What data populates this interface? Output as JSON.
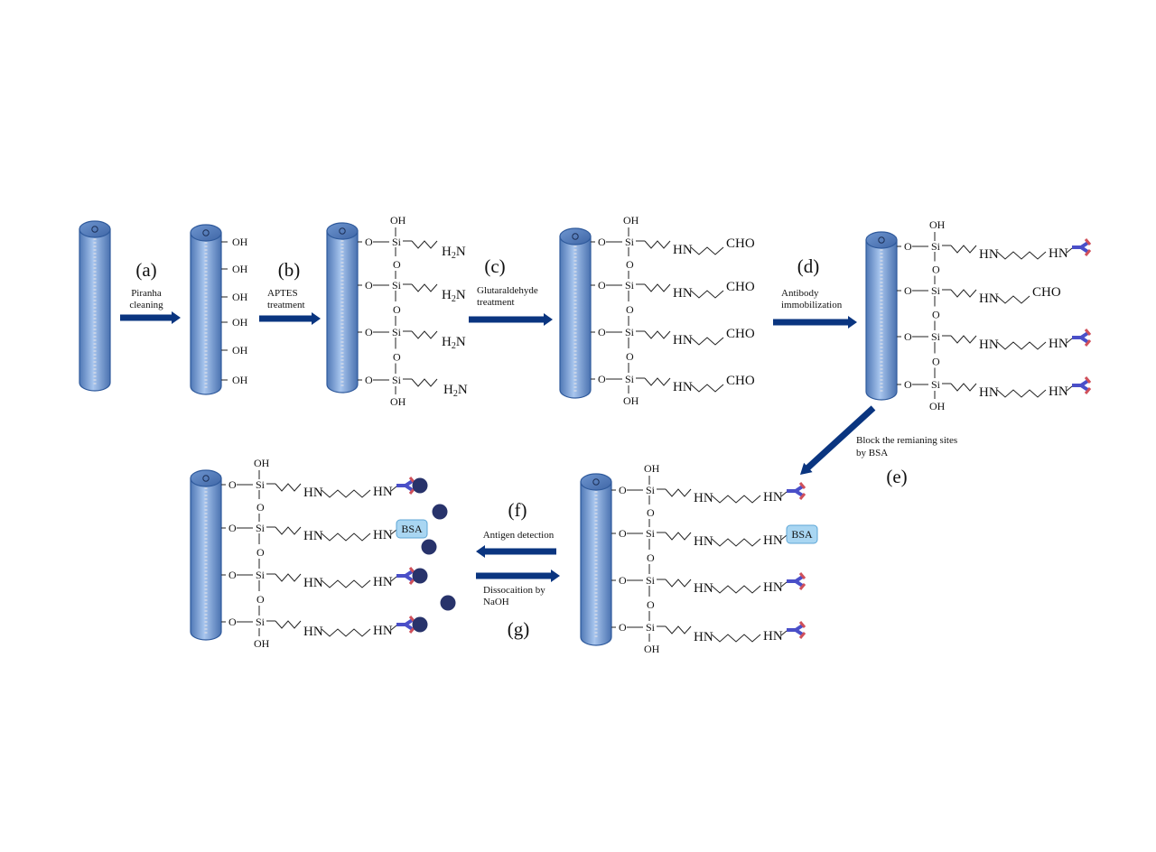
{
  "title": "Immunosensor fiber surface functionalization scheme",
  "steps": [
    {
      "id": "a",
      "label": "(a)",
      "caption": [
        "Piranha",
        "cleaning"
      ]
    },
    {
      "id": "b",
      "label": "(b)",
      "caption": [
        "APTES",
        "treatment"
      ]
    },
    {
      "id": "c",
      "label": "(c)",
      "caption": [
        "Glutaraldehyde",
        "treatment"
      ]
    },
    {
      "id": "d",
      "label": "(d)",
      "caption": [
        "Antibody",
        "immobilization"
      ]
    },
    {
      "id": "e",
      "label": "(e)",
      "caption": [
        "Block the remianing sites",
        "by BSA"
      ]
    },
    {
      "id": "f",
      "label": "(f)",
      "caption": [
        "Antigen detection"
      ]
    },
    {
      "id": "g",
      "label": "(g)",
      "caption": [
        "Dissocaition by",
        "NaOH"
      ]
    }
  ],
  "chem": {
    "hydroxyl": "OH",
    "oxygen": "O",
    "silicon": "Si",
    "amine_h": "H",
    "amine_sub": "2",
    "amine_n": "N",
    "imine": "HN",
    "aldehyde": "CHO",
    "bsa": "BSA"
  },
  "stages": [
    {
      "name": "bare-fiber",
      "terminals": []
    },
    {
      "name": "hydroxylated-fiber",
      "terminals": [
        "OH",
        "OH",
        "OH",
        "OH",
        "OH",
        "OH"
      ]
    },
    {
      "name": "aptes-fiber",
      "terminals": [
        "H2N",
        "H2N",
        "H2N",
        "H2N"
      ]
    },
    {
      "name": "glutaraldehyde-fiber",
      "terminals": [
        "CHO",
        "CHO",
        "CHO",
        "CHO"
      ]
    },
    {
      "name": "antibody-fiber",
      "terminals": [
        "antibody",
        "CHO",
        "antibody",
        "antibody"
      ]
    },
    {
      "name": "bsa-blocked-fiber",
      "terminals": [
        "antibody",
        "BSA",
        "antibody",
        "antibody"
      ]
    },
    {
      "name": "antigen-bound-fiber",
      "terminals": [
        "antibody+antigen",
        "BSA",
        "antibody+antigen",
        "antibody+antigen"
      ]
    }
  ],
  "colors": {
    "fiber": "#5b86c5",
    "fiber_light": "#a9c6ee",
    "arrow": "#0a3580",
    "antibody_blue": "#4a4fc8",
    "antibody_red": "#d0505a",
    "antigen": "#28336b",
    "bsa_fill": "#a9d6f2"
  }
}
